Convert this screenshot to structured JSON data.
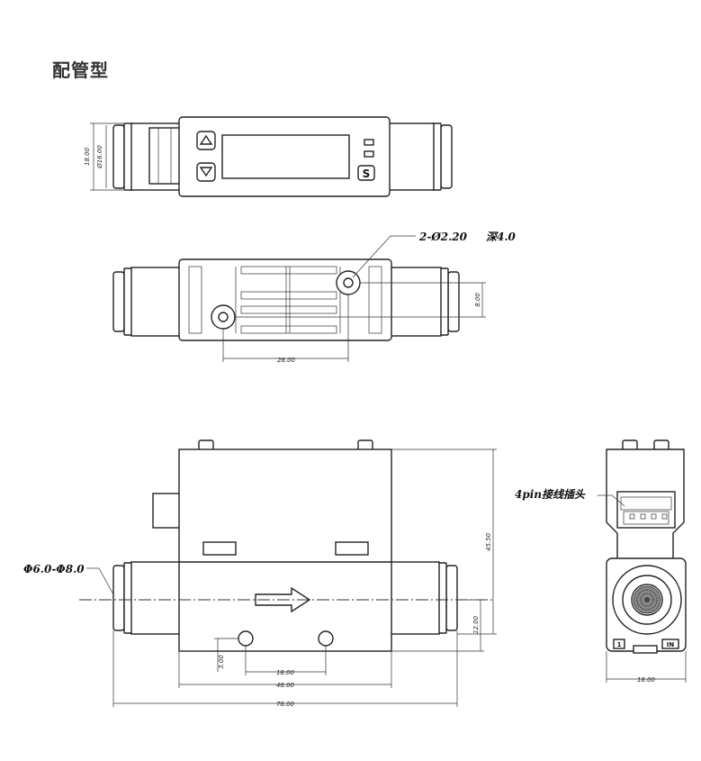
{
  "page": {
    "title": "配管型"
  },
  "front_view": {
    "dims": {
      "height_outer": "18.00",
      "height_fitting": "Ø16.00"
    },
    "icons": [
      "up-triangle-button-icon",
      "down-triangle-button-icon"
    ],
    "set_button_label": "S"
  },
  "rear_view": {
    "callout_holes": "2-Ø2.20",
    "callout_depth": "深4.0",
    "dims": {
      "hole_pitch_h": "28.00",
      "hole_pitch_v": "8.00"
    }
  },
  "side_view": {
    "callout_tube": "Φ6.0-Φ8.0",
    "dims": {
      "height_total": "45.50",
      "center_height": "12.00",
      "hole_offset": "3.00",
      "hole_pitch": "18.00",
      "body_length": "48.00",
      "total_length": "78.00"
    }
  },
  "end_view": {
    "connector_callout": "4pin接线插头",
    "pin1_label": "1",
    "in_label": "IN",
    "dims": {
      "width": "18.00"
    }
  }
}
